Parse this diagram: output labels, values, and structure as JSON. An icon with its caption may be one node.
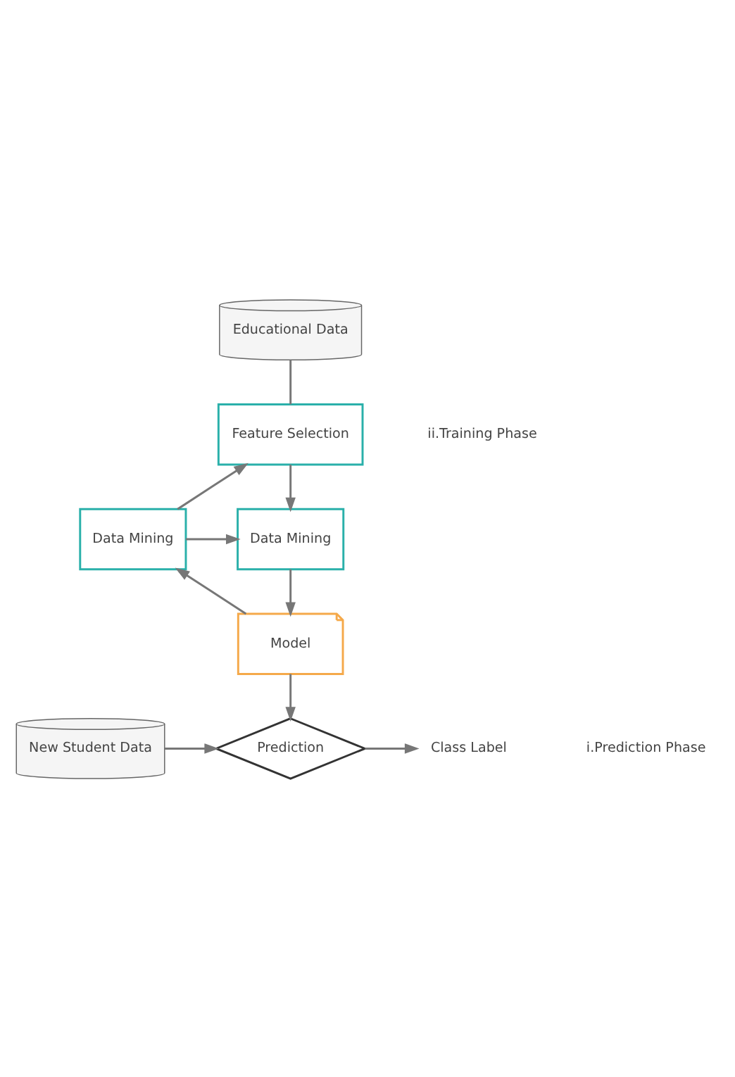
{
  "diagram": {
    "nodes": [
      {
        "text": [
          "Educational Data"
        ]
      },
      {
        "text": [
          "Feature Selection"
        ]
      },
      {
        "text": [
          "Data Mining"
        ]
      },
      {
        "text": [
          "Data Mining"
        ]
      },
      {
        "text": [
          "Model"
        ]
      },
      {
        "text": [
          "New Student Data"
        ]
      },
      {
        "text": [
          "Prediction"
        ]
      },
      {
        "text": [
          "Class Label"
        ]
      }
    ],
    "edges": [
      {
        "from": 0,
        "to": 1,
        "arrow": "none"
      },
      {
        "from": 1,
        "to": 2,
        "arrow": "to"
      },
      {
        "from": 2,
        "to": 4,
        "arrow": "to"
      },
      {
        "from": 4,
        "to": 3,
        "arrow": "to"
      },
      {
        "from": 3,
        "to": 1,
        "arrow": "to"
      },
      {
        "from": 3,
        "to": 2,
        "arrow": "to"
      },
      {
        "from": 4,
        "to": 6,
        "arrow": "to"
      },
      {
        "from": 5,
        "to": 6,
        "arrow": "to"
      },
      {
        "from": 6,
        "to": 7,
        "arrow": "to"
      }
    ],
    "labels": [
      "ii.Training Phase",
      "i.Prediction Phase"
    ]
  }
}
